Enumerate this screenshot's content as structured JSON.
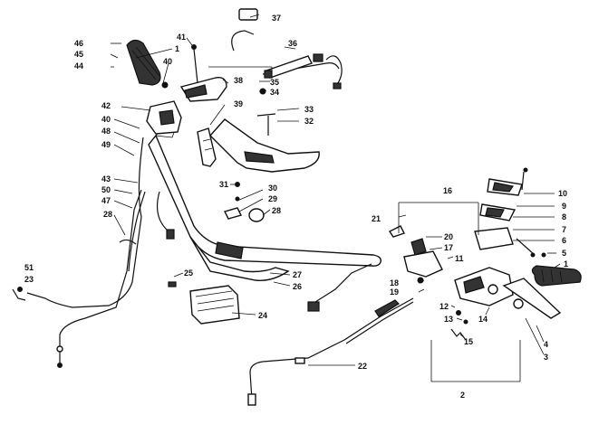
{
  "diagram": {
    "callouts": [
      {
        "id": "c1a",
        "text": "1"
      },
      {
        "id": "c1b",
        "text": "1"
      },
      {
        "id": "c2",
        "text": "2"
      },
      {
        "id": "c3",
        "text": "3"
      },
      {
        "id": "c4",
        "text": "4"
      },
      {
        "id": "c5",
        "text": "5"
      },
      {
        "id": "c6",
        "text": "6"
      },
      {
        "id": "c7",
        "text": "7"
      },
      {
        "id": "c8",
        "text": "8"
      },
      {
        "id": "c9",
        "text": "9"
      },
      {
        "id": "c10",
        "text": "10"
      },
      {
        "id": "c11",
        "text": "11"
      },
      {
        "id": "c12",
        "text": "12"
      },
      {
        "id": "c13",
        "text": "13"
      },
      {
        "id": "c14",
        "text": "14"
      },
      {
        "id": "c15",
        "text": "15"
      },
      {
        "id": "c16",
        "text": "16"
      },
      {
        "id": "c17",
        "text": "17"
      },
      {
        "id": "c18",
        "text": "18"
      },
      {
        "id": "c19",
        "text": "19"
      },
      {
        "id": "c20",
        "text": "20"
      },
      {
        "id": "c21",
        "text": "21"
      },
      {
        "id": "c22",
        "text": "22"
      },
      {
        "id": "c23",
        "text": "23"
      },
      {
        "id": "c24",
        "text": "24"
      },
      {
        "id": "c25",
        "text": "25"
      },
      {
        "id": "c26",
        "text": "26"
      },
      {
        "id": "c27",
        "text": "27"
      },
      {
        "id": "c28a",
        "text": "28"
      },
      {
        "id": "c28b",
        "text": "28"
      },
      {
        "id": "c29",
        "text": "29"
      },
      {
        "id": "c30",
        "text": "30"
      },
      {
        "id": "c31",
        "text": "31"
      },
      {
        "id": "c32",
        "text": "32"
      },
      {
        "id": "c33",
        "text": "33"
      },
      {
        "id": "c34",
        "text": "34"
      },
      {
        "id": "c35",
        "text": "35"
      },
      {
        "id": "c36",
        "text": "36"
      },
      {
        "id": "c37",
        "text": "37"
      },
      {
        "id": "c38",
        "text": "38"
      },
      {
        "id": "c39",
        "text": "39"
      },
      {
        "id": "c40a",
        "text": "40"
      },
      {
        "id": "c40b",
        "text": "40"
      },
      {
        "id": "c41",
        "text": "41"
      },
      {
        "id": "c42",
        "text": "42"
      },
      {
        "id": "c43",
        "text": "43"
      },
      {
        "id": "c44",
        "text": "44"
      },
      {
        "id": "c45",
        "text": "45"
      },
      {
        "id": "c46",
        "text": "46"
      },
      {
        "id": "c47",
        "text": "47"
      },
      {
        "id": "c48",
        "text": "48"
      },
      {
        "id": "c49",
        "text": "49"
      },
      {
        "id": "c50",
        "text": "50"
      },
      {
        "id": "c51",
        "text": "51"
      }
    ]
  }
}
